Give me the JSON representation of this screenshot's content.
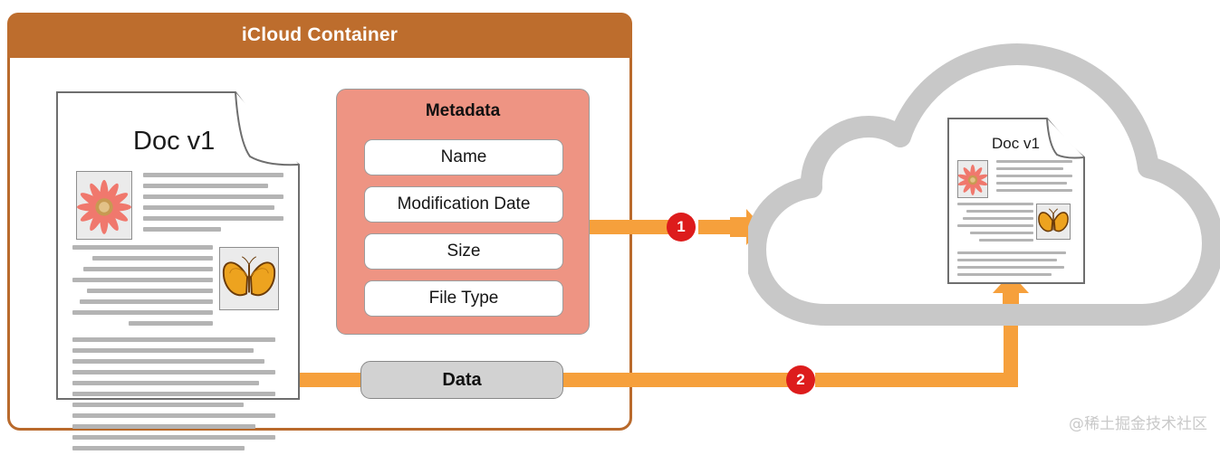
{
  "container": {
    "title": "iCloud Container",
    "header_color": "#bd6d2d",
    "border_color": "#b96a2c"
  },
  "document_local": {
    "title": "Doc v1",
    "images": [
      {
        "name": "flower-image",
        "subject": "pink daisy flower"
      },
      {
        "name": "butterfly-image",
        "subject": "orange butterfly"
      }
    ]
  },
  "metadata": {
    "title": "Metadata",
    "panel_color": "#ee9483",
    "items": [
      {
        "label": "Name"
      },
      {
        "label": "Modification Date"
      },
      {
        "label": "Size"
      },
      {
        "label": "File Type"
      }
    ]
  },
  "data_channel": {
    "label": "Data",
    "pill_color": "#d2d2d2"
  },
  "flow": {
    "accent_color": "#f6a03c",
    "badge_color": "#dd1c1c",
    "steps": [
      {
        "number": "1",
        "name": "metadata-upload-step"
      },
      {
        "number": "2",
        "name": "data-upload-step"
      }
    ]
  },
  "cloud": {
    "outline_color": "#c8c8c8",
    "document": {
      "title": "Doc v1"
    }
  },
  "watermark": {
    "text": "@稀土掘金技术社区"
  }
}
